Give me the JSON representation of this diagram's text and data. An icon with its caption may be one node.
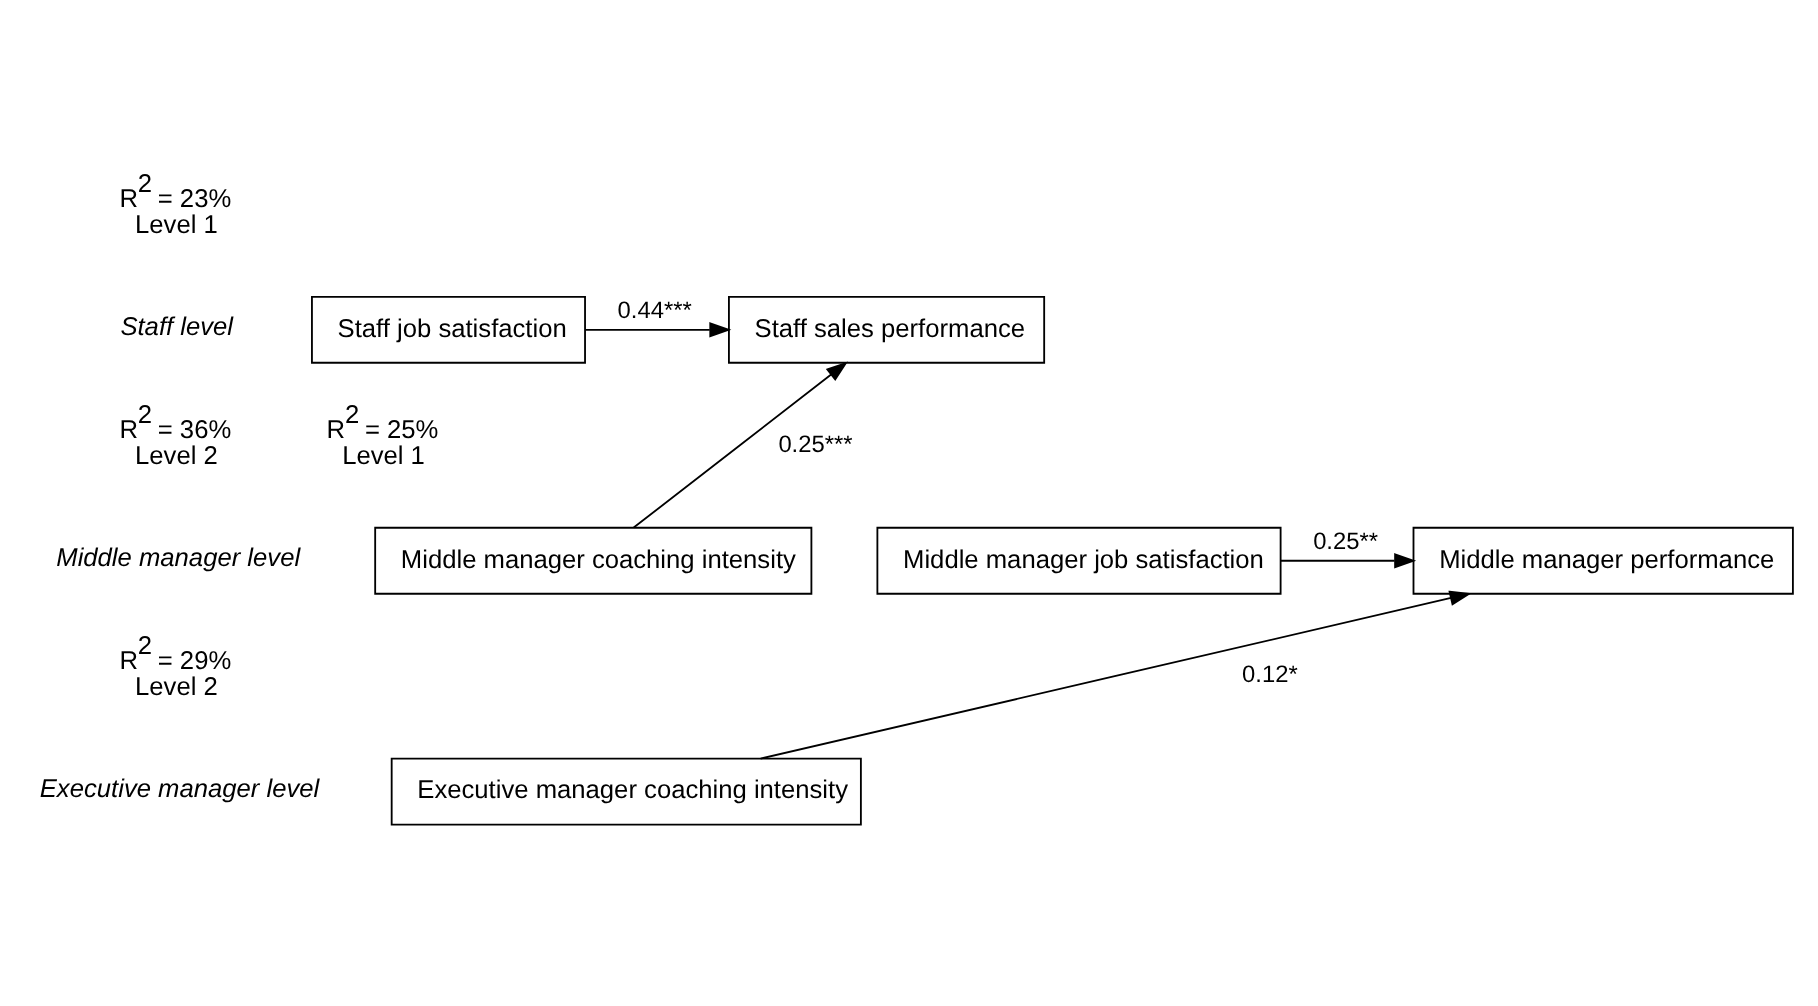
{
  "diagram": {
    "nodes": [
      {
        "text": [
          "Staff job satisfaction"
        ]
      },
      {
        "text": [
          "Staff sales performance"
        ]
      },
      {
        "text": [
          "Middle manager coaching intensity"
        ]
      },
      {
        "text": [
          "Middle manager job satisfaction"
        ]
      },
      {
        "text": [
          "Middle manager performance"
        ]
      },
      {
        "text": [
          "Executive manager coaching intensity"
        ]
      }
    ],
    "edges": [
      {
        "from": 0,
        "to": 1,
        "arrow": "to",
        "label": "0.44***"
      },
      {
        "from": 2,
        "to": 1,
        "arrow": "to",
        "label": "0.25***"
      },
      {
        "from": 3,
        "to": 4,
        "arrow": "to",
        "label": "0.25**"
      },
      {
        "from": 5,
        "to": 4,
        "arrow": "to",
        "label": "0.12*"
      }
    ],
    "labels": [
      "R$^{2}$ = 23%",
      "Level 1",
      "Staff level",
      "R$^{2}$ = 36%",
      "Level 2",
      "R$^{2}$ = 25%",
      "Level 1",
      "Middle manager level",
      "R$^{2}$ = 29%",
      "Level 2",
      "Executive manager level"
    ]
  }
}
